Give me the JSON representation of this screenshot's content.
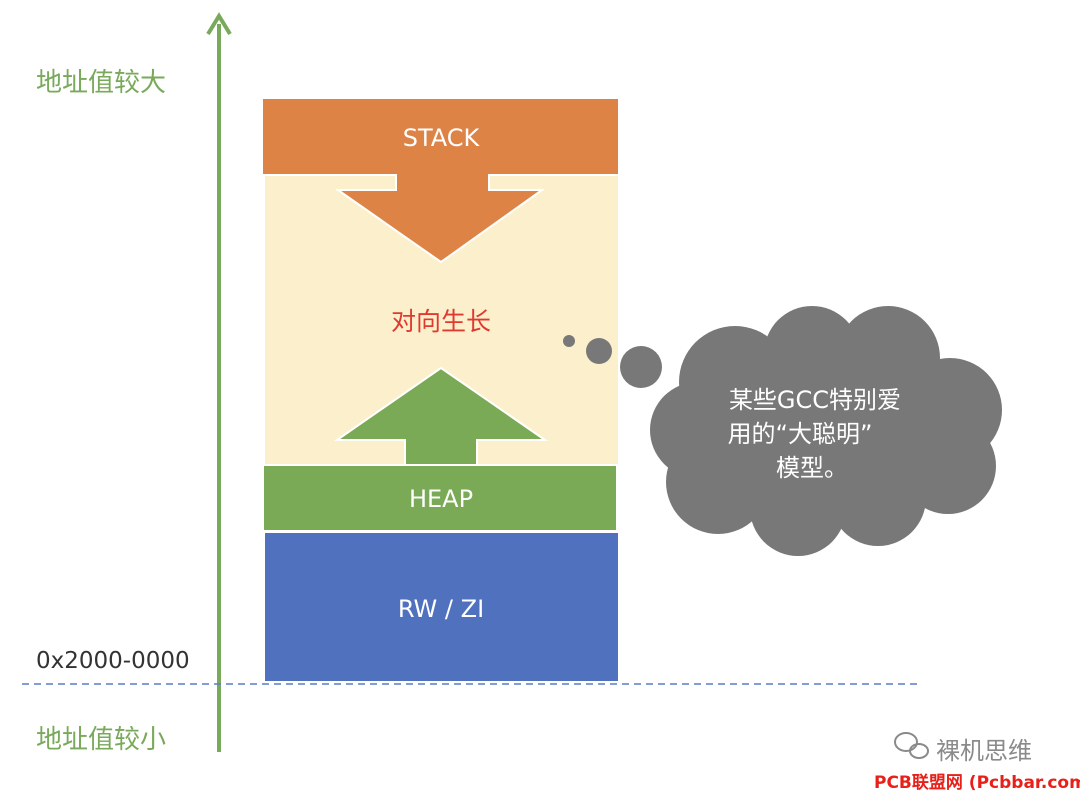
{
  "address_axis": {
    "high_label": "地址值较大",
    "low_label": "地址值较小",
    "base_address": "0x2000-0000"
  },
  "memory_layout": {
    "stack_label": "STACK",
    "heap_label": "HEAP",
    "rwzi_label": "RW / ZI",
    "growth_label": "对向生长"
  },
  "thought_bubble": {
    "lines": [
      "某些GCC特别爱",
      "用的“大聪明”",
      "模型。"
    ]
  },
  "watermark": {
    "account_name": "裸机思维",
    "site": "PCB联盟网 (Pcbbar.com)"
  },
  "colors": {
    "axis": "#79a95a",
    "stack": "#de8346",
    "heap": "#7aaa56",
    "rwzi": "#5072be",
    "free_space": "#fcf0cc",
    "growth_text": "#e03a30",
    "cloud": "#787878",
    "watermark_site": "#e8201a",
    "dashed_line": "#5a7ec6"
  }
}
